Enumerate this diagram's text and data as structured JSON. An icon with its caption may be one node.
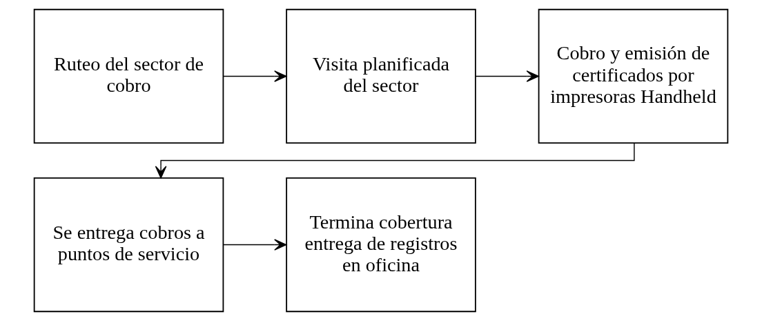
{
  "diagram": {
    "nodes": [
      {
        "text": [
          "Ruteo del sector de cobro"
        ]
      },
      {
        "text": [
          "Visita planificada del sector"
        ]
      },
      {
        "text": [
          "Cobro y emisión de certificados por impresoras Handheld"
        ]
      },
      {
        "text": [
          "Se entrega cobros a puntos de servicio"
        ]
      },
      {
        "text": [
          "Termina cobertura entrega de registros en oficina"
        ]
      }
    ],
    "edges": [
      {
        "from": 0,
        "to": 1,
        "arrow": "to"
      },
      {
        "from": 1,
        "to": 2,
        "arrow": "to"
      },
      {
        "from": 2,
        "to": 3,
        "arrow": "to"
      },
      {
        "from": 3,
        "to": 4,
        "arrow": "to"
      }
    ]
  }
}
